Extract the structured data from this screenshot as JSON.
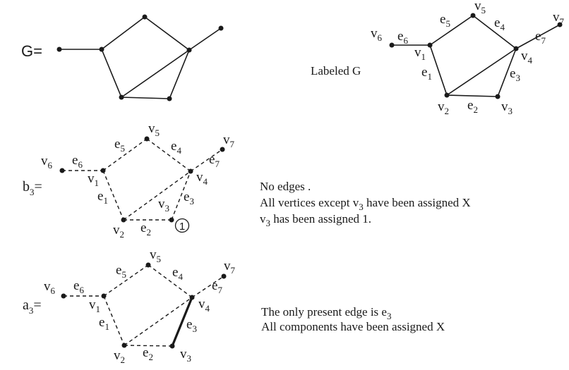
{
  "graph_G": {
    "label": "G="
  },
  "labeled_G": {
    "caption": "Labeled G",
    "vertices": {
      "v1": {
        "base": "v",
        "sub": "1"
      },
      "v2": {
        "base": "v",
        "sub": "2"
      },
      "v3": {
        "base": "v",
        "sub": "3"
      },
      "v4": {
        "base": "v",
        "sub": "4"
      },
      "v5": {
        "base": "v",
        "sub": "5"
      },
      "v6": {
        "base": "v",
        "sub": "6"
      },
      "v7": {
        "base": "v",
        "sub": "7"
      }
    },
    "edges": {
      "e1": {
        "base": "e",
        "sub": "1"
      },
      "e2": {
        "base": "e",
        "sub": "2"
      },
      "e3": {
        "base": "e",
        "sub": "3"
      },
      "e4": {
        "base": "e",
        "sub": "4"
      },
      "e5": {
        "base": "e",
        "sub": "5"
      },
      "e6": {
        "base": "e",
        "sub": "6"
      },
      "e7": {
        "base": "e",
        "sub": "7"
      }
    }
  },
  "b3": {
    "label_base": "b",
    "label_sub": "3",
    "label_eq": "=",
    "marker": "1",
    "notes": {
      "line1": "No edges .",
      "line2_pre": "All vertices except v",
      "line2_sub": "3",
      "line2_post": " have been assigned X",
      "line3_pre": "v",
      "line3_sub": "3",
      "line3_post": " has been assigned 1."
    }
  },
  "a3": {
    "label_base": "a",
    "label_sub": "3",
    "label_eq": "=",
    "notes": {
      "line1_pre": "The only present edge is e",
      "line1_sub": "3",
      "line2": "All components have been assigned X"
    }
  }
}
